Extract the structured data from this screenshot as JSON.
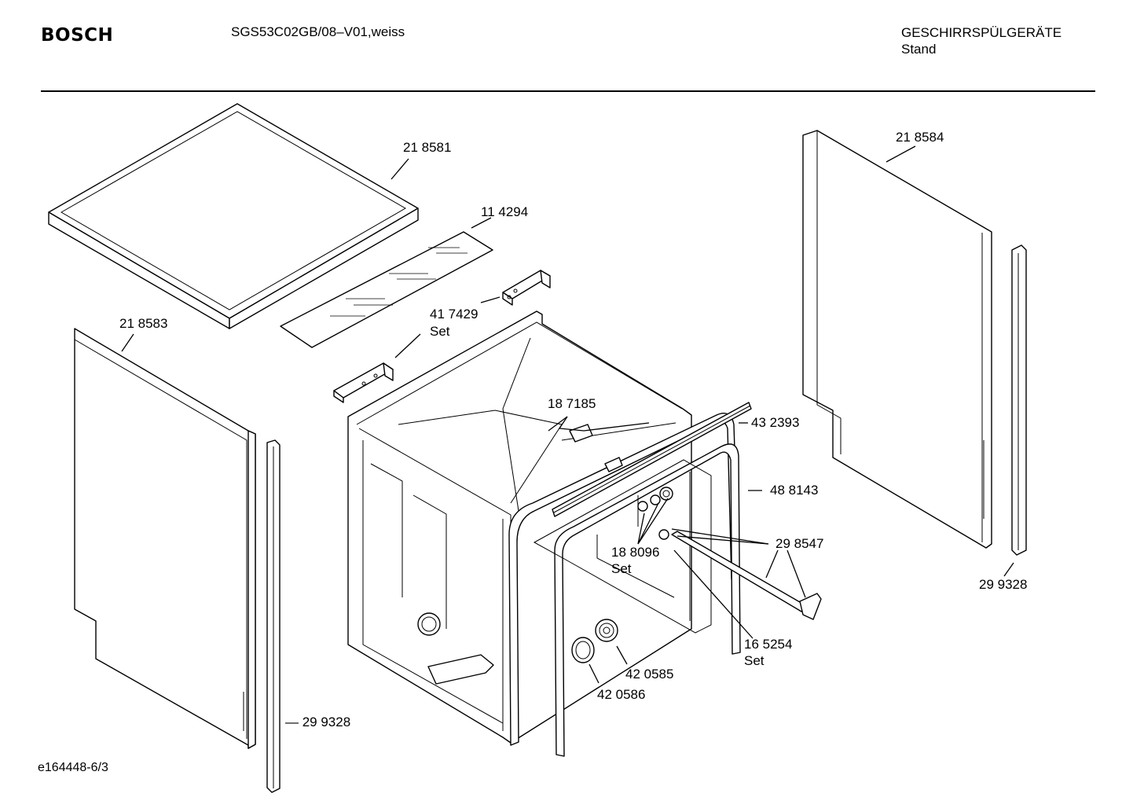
{
  "header": {
    "brand": "BOSCH",
    "model": "SGS53C02GB/08–V01,weiss",
    "category_line1": "GESCHIRRSPÜLGERÄTE",
    "category_line2": "Stand"
  },
  "footer": {
    "drawing_id": "e164448-6/3"
  },
  "parts": {
    "worktop": "21 8581",
    "side_panel_right": "21 8584",
    "insulation_mat": "11 4294",
    "bracket_set": "41 7429",
    "bracket_set_suffix": "Set",
    "side_panel_left": "21 8583",
    "clip": "18 7185",
    "seal_strip": "43 2393",
    "door_seal": "48 8143",
    "spray_arm_bearing": "18 8096",
    "spray_arm_bearing_suffix": "Set",
    "rail": "29 8547",
    "trim_strip_right": "29 9328",
    "trim_strip_left": "— 29 9328",
    "roller_set": "16 5254",
    "roller_set_suffix": "Set",
    "cap": "42 0585",
    "ring_nut": "42 0586"
  }
}
